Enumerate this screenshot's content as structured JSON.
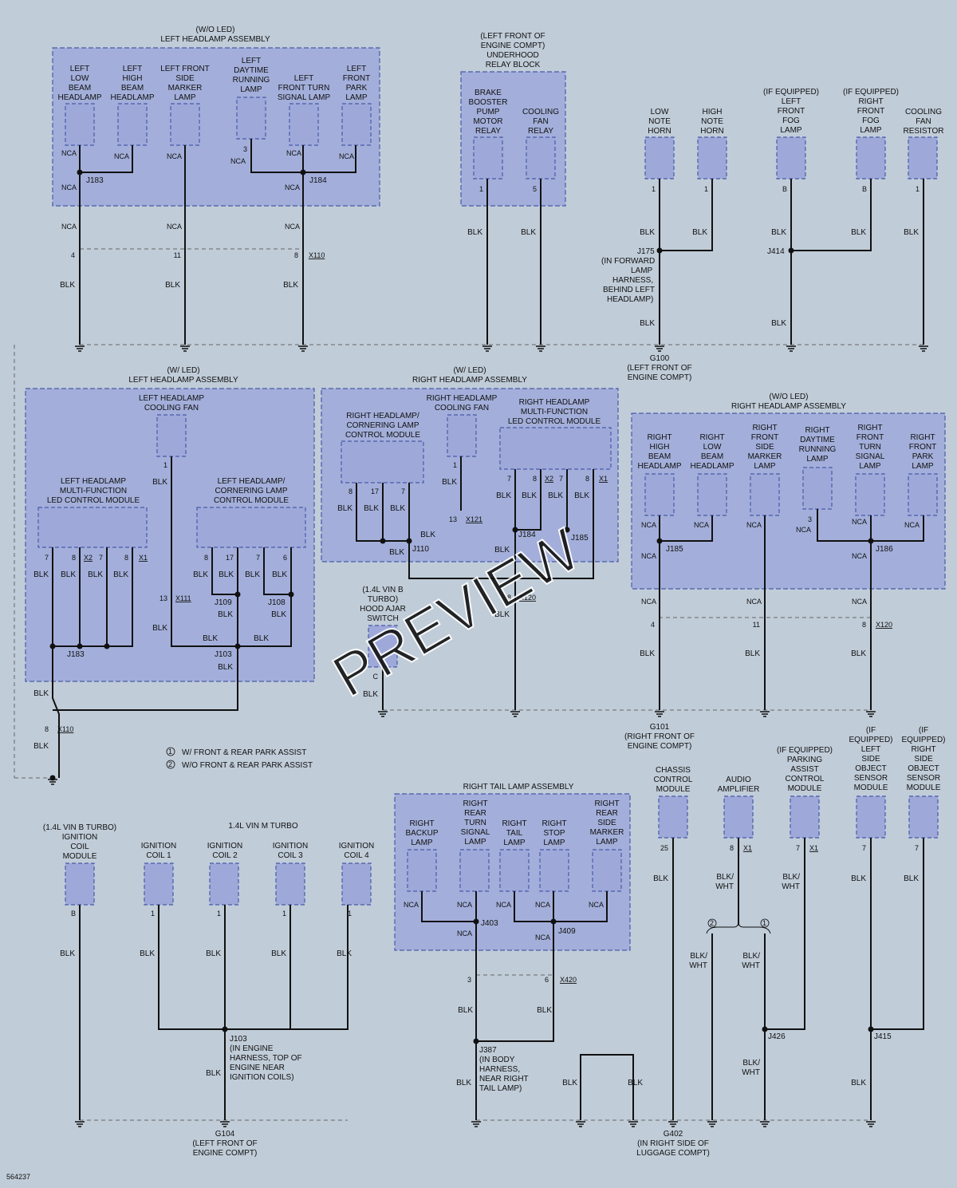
{
  "figure_id": "564237",
  "watermark": "PREVIEW",
  "wire_colors": {
    "blk": "BLK",
    "blk_wht": [
      "BLK/",
      "WHT"
    ],
    "nca": "NCA"
  },
  "grounds": {
    "g100": [
      "G100",
      "(LEFT FRONT OF",
      "ENGINE COMPT)"
    ],
    "g101": [
      "G101",
      "(RIGHT FRONT OF",
      "ENGINE COMPT)"
    ],
    "g104": [
      "G104",
      "(LEFT FRONT OF",
      "ENGINE COMPT)"
    ],
    "g402": [
      "G402",
      "(IN RIGHT SIDE OF",
      "LUGGAGE COMPT)"
    ]
  },
  "splices": {
    "j175": [
      "J175",
      "(IN FORWARD",
      "LAMP",
      "HARNESS,",
      "BEHIND LEFT",
      "HEADLAMP)"
    ],
    "j414": "J414",
    "j103_top": [
      "J103",
      "(IN ENGINE",
      "HARNESS, TOP OF",
      "ENGINE NEAR",
      "IGNITION COILS)"
    ],
    "j387": [
      "J387",
      "(IN BODY",
      "HARNESS,",
      "NEAR RIGHT",
      "TAIL LAMP)"
    ],
    "j426": "J426",
    "j415": "J415"
  },
  "legend": [
    {
      "num": "1",
      "text": "W/ FRONT & REAR PARK ASSIST"
    },
    {
      "num": "2",
      "text": "W/O FRONT & REAR PARK ASSIST"
    }
  ],
  "left_headlamp_wo_led": {
    "title": [
      "(W/O LED)",
      "LEFT HEADLAMP ASSEMBLY"
    ],
    "components": [
      [
        "LEFT",
        "LOW",
        "BEAM",
        "HEADLAMP"
      ],
      [
        "LEFT",
        "HIGH",
        "BEAM",
        "HEADLAMP"
      ],
      [
        "LEFT FRONT",
        "SIDE",
        "MARKER",
        "LAMP"
      ],
      [
        "LEFT",
        "DAYTIME",
        "RUNNING",
        "LAMP"
      ],
      [
        "LEFT",
        "FRONT TURN",
        "SIGNAL LAMP"
      ],
      [
        "LEFT",
        "FRONT",
        "PARK",
        "LAMP"
      ]
    ],
    "splices": [
      "J183",
      "J184"
    ],
    "connector": "X110",
    "pins": [
      "4",
      "11",
      "8",
      "3"
    ]
  },
  "relay_block": {
    "title": [
      "(LEFT FRONT OF",
      "ENGINE COMPT)",
      "UNDERHOOD",
      "RELAY BLOCK"
    ],
    "components": [
      [
        "BRAKE",
        "BOOSTER",
        "PUMP",
        "MOTOR",
        "RELAY"
      ],
      [
        "COOLING",
        "FAN",
        "RELAY"
      ]
    ],
    "pins": [
      "1",
      "5"
    ]
  },
  "front_devices": [
    [
      "LOW",
      "NOTE",
      "HORN"
    ],
    [
      "HIGH",
      "NOTE",
      "HORN"
    ],
    [
      "(IF EQUIPPED)",
      "LEFT",
      "FRONT",
      "FOG",
      "LAMP"
    ],
    [
      "(IF EQUIPPED)",
      "RIGHT",
      "FRONT",
      "FOG",
      "LAMP"
    ],
    [
      "COOLING",
      "FAN",
      "RESISTOR"
    ]
  ],
  "front_device_pins": [
    "1",
    "1",
    "B",
    "B",
    "1"
  ],
  "left_headlamp_led": {
    "title": [
      "(W/ LED)",
      "LEFT HEADLAMP ASSEMBLY"
    ],
    "fan": [
      "LEFT HEADLAMP",
      "COOLING FAN"
    ],
    "mf_module": [
      "LEFT HEADLAMP",
      "MULTI-FUNCTION",
      "LED CONTROL MODULE"
    ],
    "corner_module": [
      "LEFT HEADLAMP/",
      "CORNERING LAMP",
      "CONTROL MODULE"
    ],
    "mf_pins": [
      "7",
      "8",
      "7",
      "8"
    ],
    "corner_pins": [
      "8",
      "17",
      "7",
      "6"
    ],
    "mf_conns": [
      "X2",
      "X1"
    ],
    "splices": [
      "J183",
      "J109",
      "J108",
      "J103"
    ],
    "fan_conn": "X111",
    "pins_extra": [
      "1",
      "13",
      "8"
    ],
    "out_conn": "X110"
  },
  "right_headlamp_led": {
    "title": [
      "(W/ LED)",
      "RIGHT HEADLAMP ASSEMBLY"
    ],
    "corner_module": [
      "RIGHT HEADLAMP/",
      "CORNERING LAMP",
      "CONTROL MODULE"
    ],
    "fan": [
      "RIGHT HEADLAMP",
      "COOLING FAN"
    ],
    "mf_module": [
      "RIGHT HEADLAMP",
      "MULTI-FUNCTION",
      "LED CONTROL MODULE"
    ],
    "corner_pins": [
      "8",
      "17",
      "7"
    ],
    "mf_pins": [
      "7",
      "8",
      "7",
      "8"
    ],
    "mf_conns": [
      "X2",
      "X1"
    ],
    "splices": [
      "J110",
      "J184",
      "J185"
    ],
    "fan_conn": "X121",
    "pins_extra": [
      "1",
      "13",
      "8"
    ],
    "out_conn": "X120"
  },
  "hood_switch": {
    "label": [
      "(1.4L VIN B",
      "TURBO)",
      "HOOD AJAR",
      "SWITCH"
    ],
    "pin": "C"
  },
  "right_headlamp_wo_led": {
    "title": [
      "(W/O LED)",
      "RIGHT HEADLAMP ASSEMBLY"
    ],
    "components": [
      [
        "RIGHT",
        "HIGH",
        "BEAM",
        "HEADLAMP"
      ],
      [
        "RIGHT",
        "LOW",
        "BEAM",
        "HEADLAMP"
      ],
      [
        "RIGHT",
        "FRONT",
        "SIDE",
        "MARKER",
        "LAMP"
      ],
      [
        "RIGHT",
        "DAYTIME",
        "RUNNING",
        "LAMP"
      ],
      [
        "RIGHT",
        "FRONT",
        "TURN",
        "SIGNAL",
        "LAMP"
      ],
      [
        "RIGHT",
        "FRONT",
        "PARK",
        "LAMP"
      ]
    ],
    "splices": [
      "J185",
      "J186"
    ],
    "connector": "X120",
    "pins": [
      "4",
      "11",
      "8",
      "3"
    ]
  },
  "ignition": {
    "coil_module": [
      "(1.4L VIN B TURBO)",
      "IGNITION",
      "COIL",
      "MODULE"
    ],
    "group": "1.4L VIN M TURBO",
    "coils": [
      [
        "IGNITION",
        "COIL 1"
      ],
      [
        "IGNITION",
        "COIL 2"
      ],
      [
        "IGNITION",
        "COIL 3"
      ],
      [
        "IGNITION",
        "COIL 4"
      ]
    ],
    "pins": [
      "B",
      "1",
      "1",
      "1",
      "1"
    ]
  },
  "tail_lamp": {
    "title": "RIGHT TAIL LAMP ASSEMBLY",
    "components": [
      [
        "RIGHT",
        "BACKUP",
        "LAMP"
      ],
      [
        "RIGHT",
        "REAR",
        "TURN",
        "SIGNAL",
        "LAMP"
      ],
      [
        "RIGHT",
        "TAIL",
        "LAMP"
      ],
      [
        "RIGHT",
        "STOP",
        "LAMP"
      ],
      [
        "RIGHT",
        "REAR",
        "SIDE",
        "MARKER",
        "LAMP"
      ]
    ],
    "splices": [
      "J403",
      "J409"
    ],
    "connector": "X420",
    "pins": [
      "3",
      "6"
    ]
  },
  "rear_modules": [
    [
      "CHASSIS",
      "CONTROL",
      "MODULE"
    ],
    [
      "AUDIO",
      "AMPLIFIER"
    ],
    [
      "(IF EQUIPPED)",
      "PARKING",
      "ASSIST",
      "CONTROL",
      "MODULE"
    ],
    [
      "(IF",
      "EQUIPPED)",
      "LEFT",
      "SIDE",
      "OBJECT",
      "SENSOR",
      "MODULE"
    ],
    [
      "(IF",
      "EQUIPPED)",
      "RIGHT",
      "SIDE",
      "OBJECT",
      "SENSOR",
      "MODULE"
    ]
  ],
  "rear_module_pins": [
    "25",
    "8",
    "7",
    "7",
    "7"
  ],
  "rear_conn": "X1",
  "colors": {
    "background": "#c0ccd8",
    "box_fill": "#9ea9da",
    "box_stroke": "#4a5aa8",
    "wire": "#111111"
  }
}
